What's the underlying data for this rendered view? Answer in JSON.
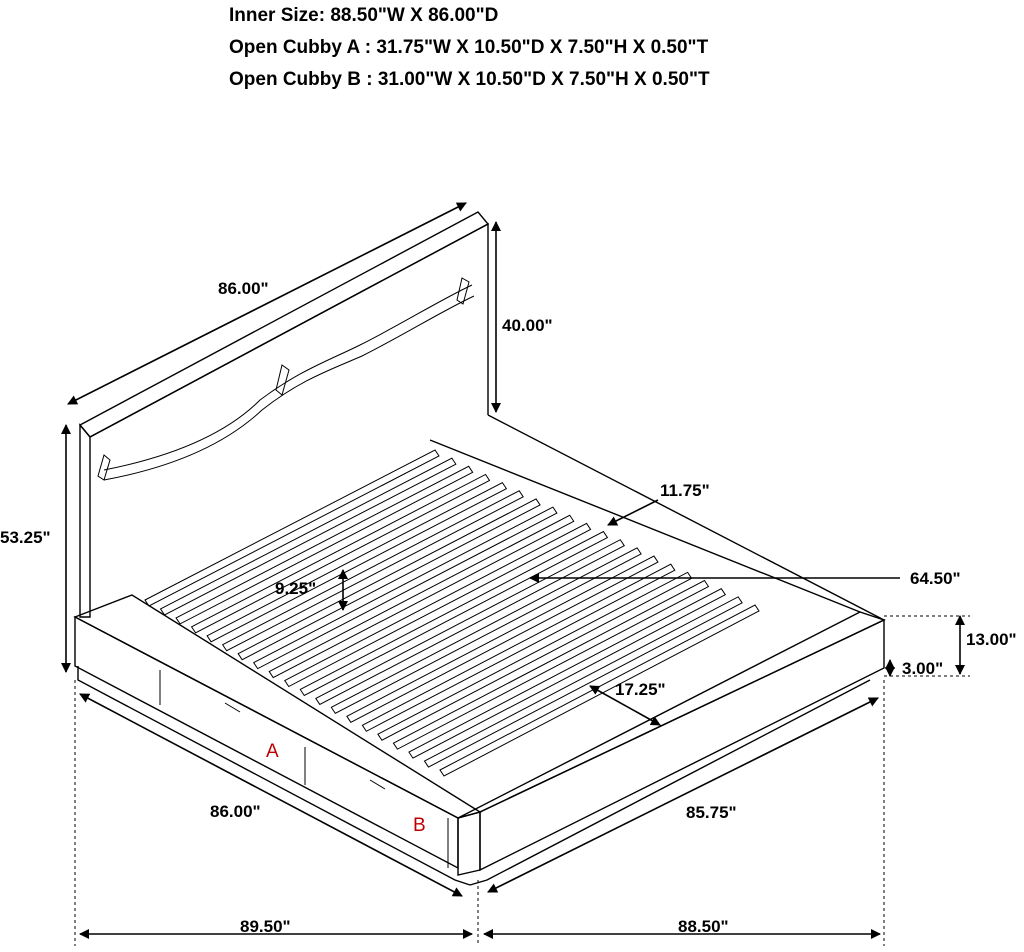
{
  "specs": {
    "inner_size": "Inner Size: 88.50\"W X 86.00\"D",
    "cubby_a": "Open Cubby A : 31.75\"W X 10.50\"D X 7.50\"H X 0.50\"T",
    "cubby_b": "Open Cubby B : 31.00\"W X 10.50\"D X 7.50\"H X 0.50\"T"
  },
  "dimensions": {
    "headboard_width": "86.00\"",
    "headboard_height": "40.00\"",
    "total_height": "53.25\"",
    "rail_width": "11.75\"",
    "slat_height": "9.25\"",
    "inner_width": "64.50\"",
    "bed_height": "13.00\"",
    "base_height": "3.00\"",
    "cubby_depth": "17.25\"",
    "left_depth": "86.00\"",
    "right_depth": "85.75\"",
    "bottom_left_width": "89.50\"",
    "bottom_right_width": "88.50\""
  },
  "labels": {
    "cubby_a": "A",
    "cubby_b": "B",
    "accent_color": "#c00000"
  }
}
